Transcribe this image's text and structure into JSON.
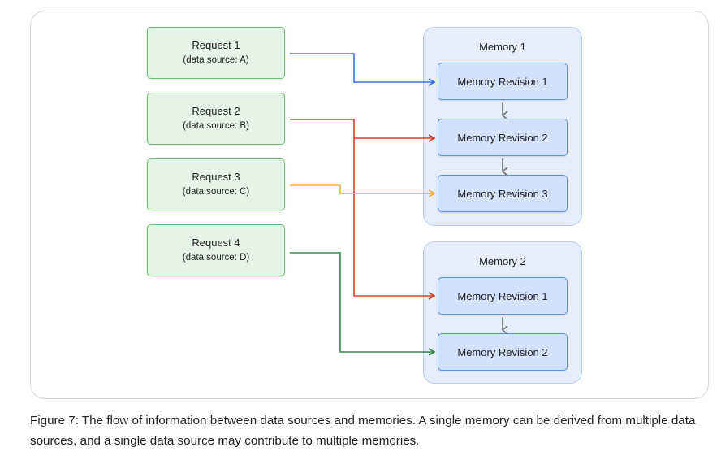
{
  "requests": [
    {
      "label": "Request 1",
      "source": "(data source: A)"
    },
    {
      "label": "Request 2",
      "source": "(data source: B)"
    },
    {
      "label": "Request 3",
      "source": "(data source: C)"
    },
    {
      "label": "Request 4",
      "source": "(data source: D)"
    }
  ],
  "memories": [
    {
      "title": "Memory 1",
      "revisions": [
        "Memory Revision 1",
        "Memory Revision 2",
        "Memory Revision 3"
      ]
    },
    {
      "title": "Memory 2",
      "revisions": [
        "Memory Revision 1",
        "Memory Revision 2"
      ]
    }
  ],
  "colors": {
    "request_a": "#3b73d6",
    "request_b": "#d2402c",
    "request_c": "#f2b12d",
    "request_d": "#2f8c3e",
    "revision_arrow": "#7c7f84"
  },
  "caption": "Figure 7: The flow of information between data sources and memories. A single memory can be derived from multiple data sources, and a single data source may contribute to multiple memories."
}
